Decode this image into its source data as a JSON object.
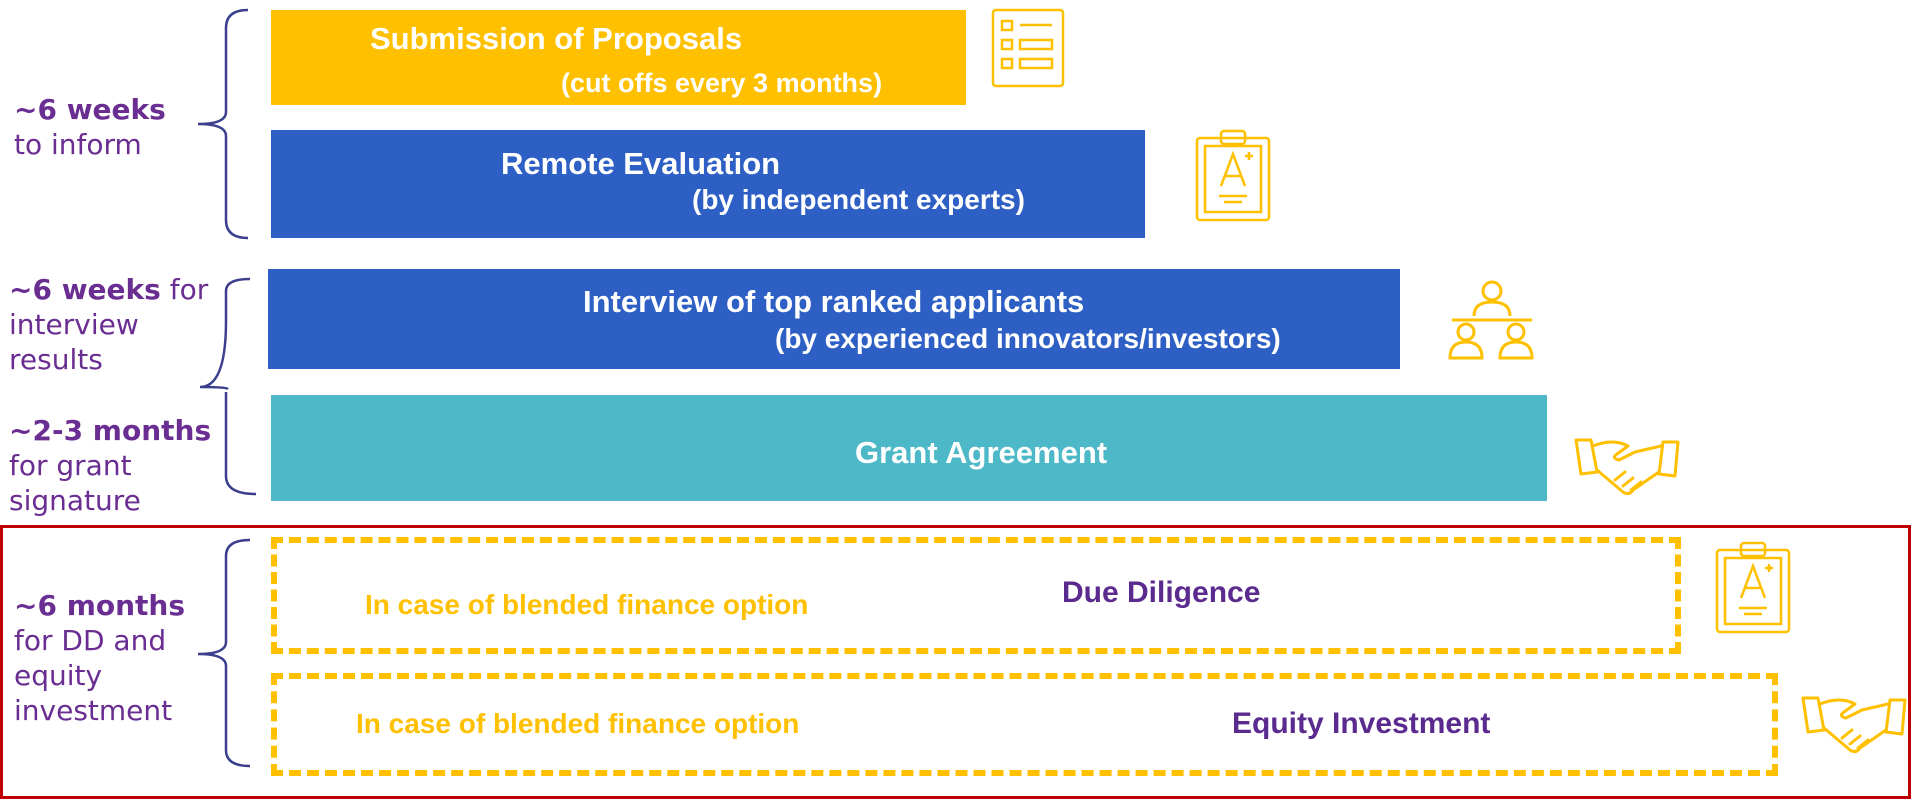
{
  "phases": {
    "inform": {
      "bold": "~6 weeks",
      "rest": "to inform"
    },
    "interview": {
      "bold": "~6 weeks",
      "rest_inline": " for",
      "rest_lines": [
        "interview",
        "results"
      ]
    },
    "grant": {
      "bold": "~2-3 months",
      "rest_lines": [
        "for grant",
        "signature"
      ]
    },
    "dd": {
      "bold": "~6 months",
      "rest_lines": [
        "for DD and",
        "equity",
        "investment"
      ]
    }
  },
  "steps": {
    "submission": {
      "title": "Submission of Proposals",
      "subtitle": "(cut offs every 3 months)",
      "icon": "list-document-icon"
    },
    "remote": {
      "title": "Remote Evaluation",
      "subtitle": "(by independent experts)",
      "icon": "clipboard-grade-icon"
    },
    "interview": {
      "title": "Interview of top ranked applicants",
      "subtitle": "(by experienced innovators/investors)",
      "icon": "meeting-people-icon"
    },
    "grant": {
      "title": "Grant Agreement",
      "icon": "handshake-icon"
    },
    "due_diligence": {
      "note": "In case of blended finance option",
      "title": "Due Diligence",
      "icon": "clipboard-grade-icon"
    },
    "equity": {
      "note": "In case of blended finance option",
      "title": "Equity Investment",
      "icon": "handshake-icon"
    }
  },
  "colors": {
    "yellow": "#ffc000",
    "blue": "#2e5fc4",
    "teal": "#4db8c8",
    "purple": "#6a2d91",
    "red_border": "#c00000",
    "brace": "#3b3f8c"
  }
}
